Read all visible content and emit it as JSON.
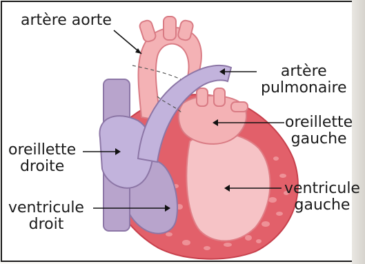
{
  "labels": {
    "aorta": "artère aorte",
    "pulmonary_artery": [
      "artère",
      "pulmonaire"
    ],
    "left_atrium": [
      "oreillette",
      "gauche"
    ],
    "right_atrium": [
      "oreillette",
      "droite"
    ],
    "left_ventricle": [
      "ventricule",
      "gauche"
    ],
    "right_ventricle": [
      "ventricule",
      "droit"
    ]
  },
  "colors": {
    "myocardium": "#e2606a",
    "myocardium_dark": "#c7404c",
    "left_chambers": "#f6c3c6",
    "right_chambers": "#b8a4cc",
    "vessels_right": "#c2b3dc",
    "vessels_left": "#f4b2b5"
  }
}
